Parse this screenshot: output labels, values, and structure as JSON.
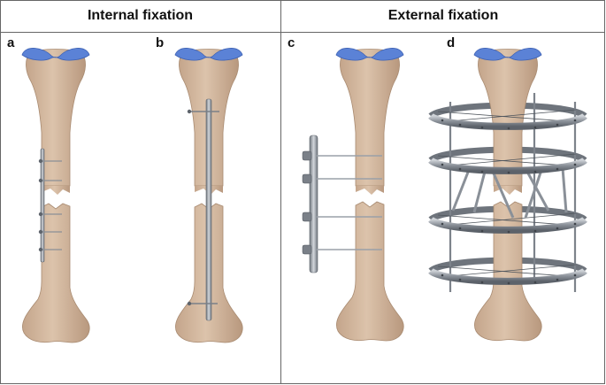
{
  "headers": {
    "internal": "Internal fixation",
    "external": "External fixation"
  },
  "panels": [
    {
      "id": "a",
      "label": "a"
    },
    {
      "id": "b",
      "label": "b"
    },
    {
      "id": "c",
      "label": "c"
    },
    {
      "id": "d",
      "label": "d"
    }
  ],
  "colors": {
    "bone": "#d8bda4",
    "bone_shadow": "#b99a80",
    "cartilage": "#5b82d6",
    "metal": "#9aa0a8",
    "metal_dark": "#5e646c",
    "border": "#666666"
  }
}
